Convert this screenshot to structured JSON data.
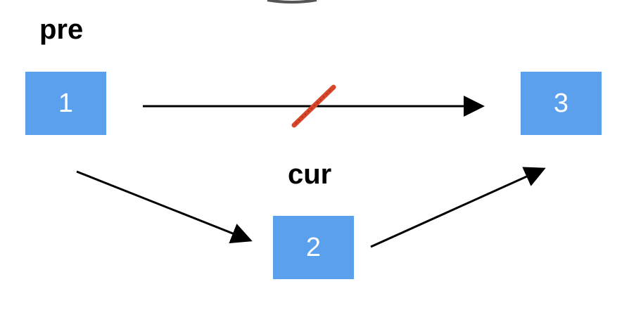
{
  "labels": {
    "pre": "pre",
    "cur": "cur"
  },
  "nodes": [
    {
      "id": "node-1",
      "text": "1"
    },
    {
      "id": "node-2",
      "text": "2"
    },
    {
      "id": "node-3",
      "text": "3"
    }
  ],
  "edges": [
    {
      "from": "1",
      "to": "3",
      "crossed_out": true
    },
    {
      "from": "1",
      "to": "2",
      "crossed_out": false
    },
    {
      "from": "2",
      "to": "3",
      "crossed_out": false
    }
  ],
  "colors": {
    "node_fill": "#5aa0ec",
    "node_text": "#ffffff",
    "arrow": "#000000",
    "cross_mark": "#d9472b",
    "label_text": "#000000",
    "top_arc": "#555555"
  },
  "icons": {
    "cross_mark": "strike-through-mark-icon"
  }
}
